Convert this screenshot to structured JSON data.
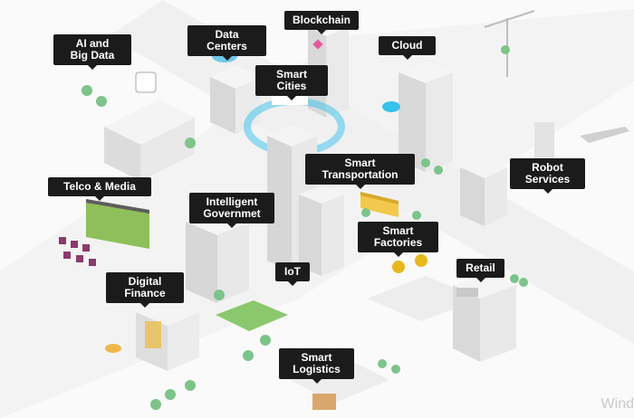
{
  "scene": {
    "labels": [
      {
        "id": "ai-big-data",
        "text": "AI and\nBig Data"
      },
      {
        "id": "data-centers",
        "text": "Data Centers"
      },
      {
        "id": "blockchain",
        "text": "Blockchain"
      },
      {
        "id": "cloud",
        "text": "Cloud"
      },
      {
        "id": "smart-cities",
        "text": "Smart Cities"
      },
      {
        "id": "telco-media",
        "text": "Telco & Media"
      },
      {
        "id": "smart-transportation",
        "text": "Smart\nTransportation"
      },
      {
        "id": "robot-services",
        "text": "Robot\nServices"
      },
      {
        "id": "intelligent-government",
        "text": "Intelligent\nGovernmet"
      },
      {
        "id": "smart-factories",
        "text": "Smart\nFactories"
      },
      {
        "id": "iot",
        "text": "IoT"
      },
      {
        "id": "retail",
        "text": "Retail"
      },
      {
        "id": "digital-finance",
        "text": "Digital\nFinance"
      },
      {
        "id": "smart-logistics",
        "text": "Smart\nLogistics"
      }
    ],
    "watermark": "Wind",
    "colors": {
      "label_bg": "#1b1b1b",
      "label_text": "#ffffff",
      "building": "#e6e6e6",
      "accent_blue": "#38c1ec",
      "tree": "#7cc48a",
      "ground": "#f3f3f3"
    }
  }
}
